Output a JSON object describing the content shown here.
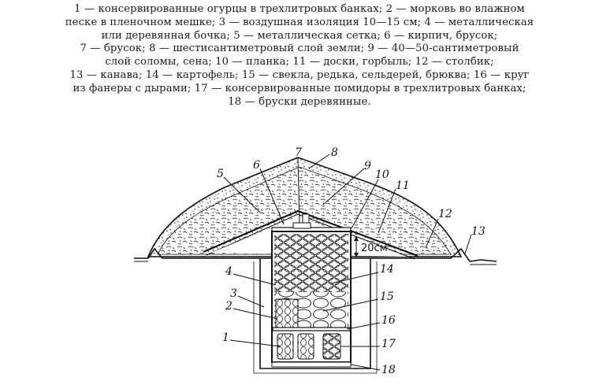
{
  "caption": {
    "lines": [
      "1 — консервированные огурцы в трехлитровых банках; 2 — морковь во влажном",
      "песке в пленочном мешке; 3 — воздушная изоляция 10—15 см; 4 — металлическая",
      "или деревянная бочка; 5 — металлическая сетка; 6 — кирпич, брусок;",
      "7 — брусок; 8 — шестисантиметровый слой земли; 9 — 40—50-сантиметровый",
      "слой соломы, сена; 10 — планка; 11 — доски, горбыль; 12 — столбик;",
      "13 — канава; 14 — картофель; 15 — свекла, редька, сельдерей, брюква; 16 — круг",
      "из фанеры с дырами; 17 — консервированные помидоры в трехлитровых банках;",
      "18  —  бруски  деревянные."
    ]
  },
  "diagram": {
    "labels": [
      "1",
      "2",
      "3",
      "4",
      "5",
      "6",
      "7",
      "8",
      "9",
      "10",
      "11",
      "12",
      "13",
      "14",
      "15",
      "16",
      "17",
      "18"
    ],
    "dimension": "20см"
  },
  "colors": {
    "ink": "#1a1a1a",
    "background": "#ffffff"
  }
}
